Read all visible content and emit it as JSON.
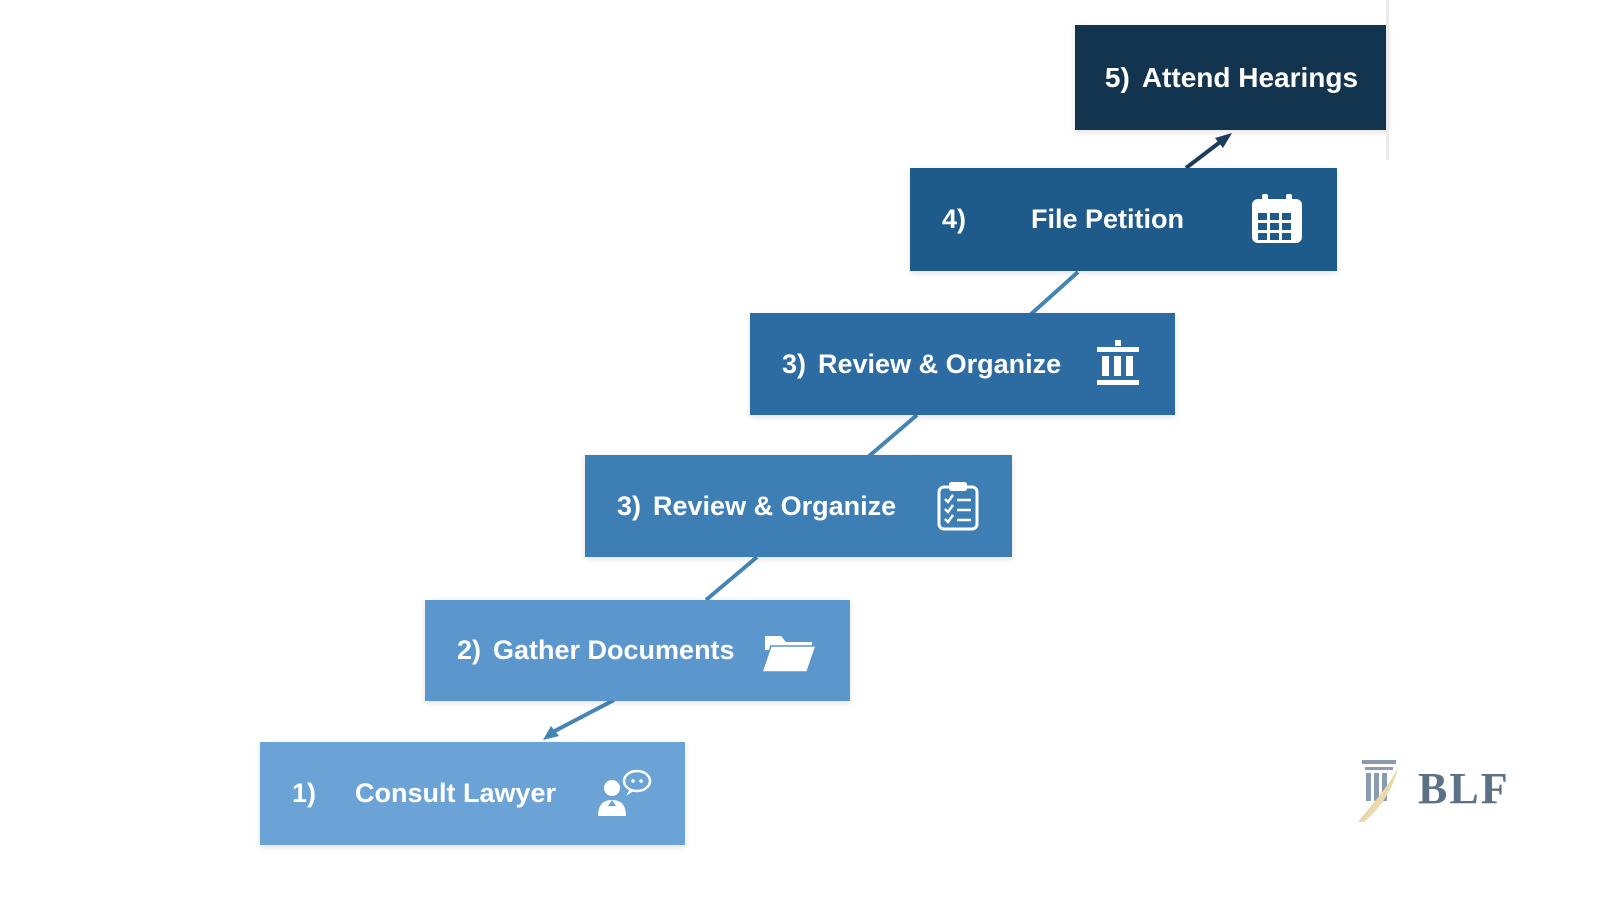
{
  "steps": [
    {
      "number": "1)",
      "label": "Consult Lawyer",
      "icon": "person-chat-icon",
      "color": "#6ba3d6"
    },
    {
      "number": "2)",
      "label": "Gather Documents",
      "icon": "folder-icon",
      "color": "#5b96cc"
    },
    {
      "number": "3)",
      "label": "Review & Organize",
      "icon": "clipboard-checklist-icon",
      "color": "#3d7fb5"
    },
    {
      "number": "3)",
      "label": "Review & Organize",
      "icon": "bank-icon",
      "color": "#2d6ba3"
    },
    {
      "number": "4)",
      "label": "File Petition",
      "icon": "calendar-icon",
      "color": "#1e5a8a"
    },
    {
      "number": "5)",
      "label": "Attend Hearings",
      "icon": "",
      "color": "#12344e"
    }
  ],
  "connectors": {
    "line_color": "#4585b5",
    "dark_arrow_color": "#1d3d5c"
  },
  "logo": {
    "text": "BLF",
    "icon": "pillar-quill-icon",
    "text_color": "#5d7186"
  }
}
